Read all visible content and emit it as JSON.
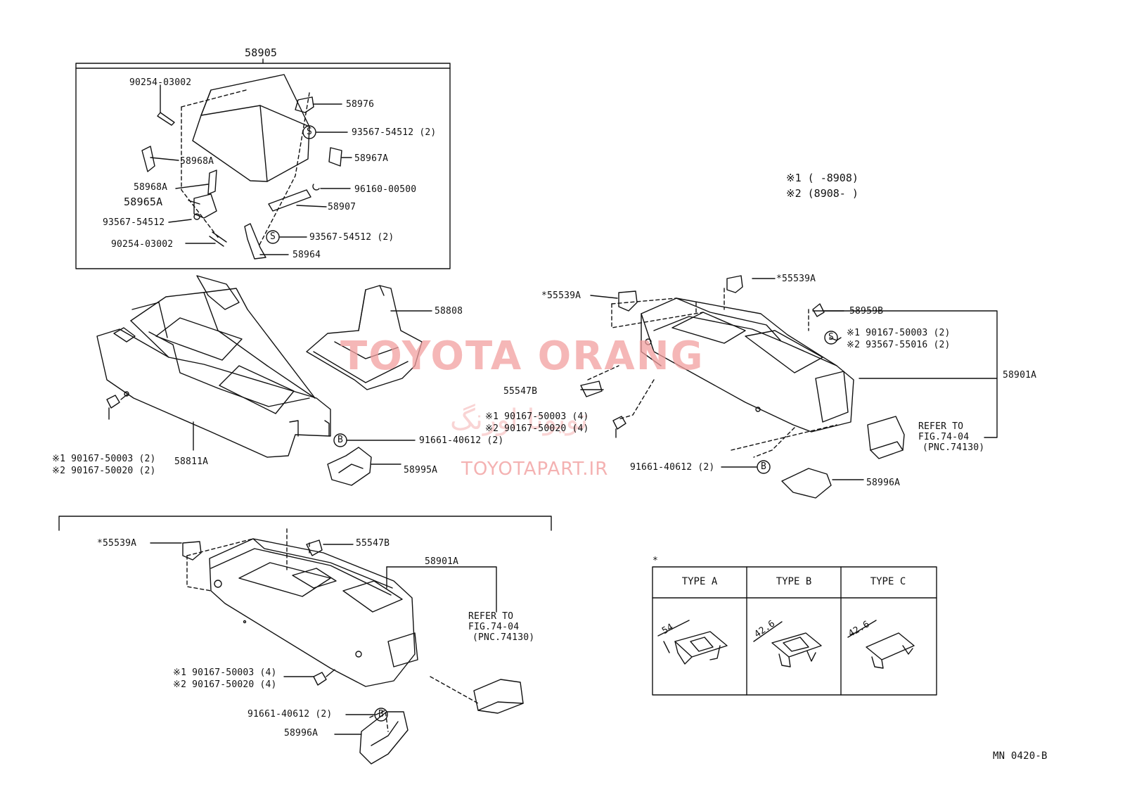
{
  "watermark": {
    "main": "TOYOTA ORANG",
    "persian": "تویوتا اورنگ",
    "url": "TOYOTAPART.IR",
    "color": "#f2a0a0"
  },
  "legend": {
    "line1": "※1 (      -8908)",
    "line2": "※2 (8908-      )"
  },
  "assembly_box": {
    "title": "58905"
  },
  "labels": {
    "p90254_03002_top": "90254-03002",
    "p58976": "58976",
    "p93567_54512_2a": "93567-54512 (2)",
    "p58968A_a": "58968A",
    "p58967A": "58967A",
    "p58968A_b": "58968A",
    "p96160_00500": "96160-00500",
    "p58965A": "58965A",
    "p58907": "58907",
    "p93567_54512": "93567-54512",
    "p93567_54512_2b": "93567-54512 (2)",
    "p90254_03002_bot": "90254-03002",
    "p58964": "58964",
    "p58808": "58808",
    "p58811A": "58811A",
    "left_bolt_1": "※1 90167-50003 (2)",
    "left_bolt_2": "※2 90167-50020 (2)",
    "p91661_mid": "91661-40612 (2)",
    "p58995A": "58995A",
    "r55539A_a": "*55539A",
    "r55539A_b": "*55539A",
    "r58959B": "58959B",
    "r_s1": "※1 90167-50003 (2)",
    "r_s2": "※2 93567-55016 (2)",
    "r58901A": "58901A",
    "r55547B": "55547B",
    "r_bolt1": "※1 90167-50003 (4)",
    "r_bolt2": "※2 90167-50020 (4)",
    "r_refer1": "REFER TO",
    "r_refer2": "FIG.74-04",
    "r_refer3": "(PNC.74130)",
    "r91661": "91661-40612 (2)",
    "r58996A": "58996A",
    "b55539A": "*55539A",
    "b55547B": "55547B",
    "b58901A": "58901A",
    "b_refer1": "REFER TO",
    "b_refer2": "FIG.74-04",
    "b_refer3": "(PNC.74130)",
    "b_bolt1": "※1 90167-50003 (4)",
    "b_bolt2": "※2 90167-50020 (4)",
    "b91661": "91661-40612 (2)",
    "b58996A": "58996A",
    "s_mark": "S",
    "b_mark": "B",
    "mn_code": "MN 0420-B"
  },
  "type_table": {
    "asterisk": "*",
    "headers": [
      "TYPE A",
      "TYPE B",
      "TYPE C"
    ],
    "dims": [
      "54",
      "42.6",
      "42.6"
    ]
  }
}
